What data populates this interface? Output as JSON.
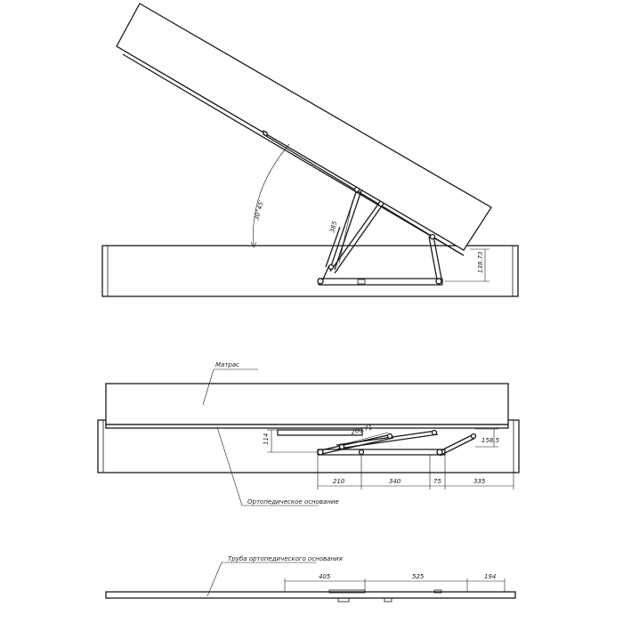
{
  "view_top": {
    "angle_label": "30°45'",
    "strut_label": "385",
    "height_label": "138.73"
  },
  "view_middle": {
    "mattress_label": "Матрас",
    "base_label": "Ортопедическое основание",
    "dims": {
      "diag": "260.71",
      "height": "114",
      "right": "158.5",
      "seg1": "210",
      "seg2": "340",
      "seg3": "75",
      "seg4": "335"
    }
  },
  "view_bottom": {
    "tube_label": "Труба ортопедического основания",
    "dims": {
      "seg1": "405",
      "seg2": "525",
      "seg3": "194"
    }
  }
}
